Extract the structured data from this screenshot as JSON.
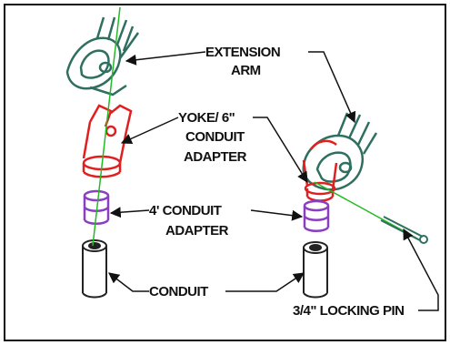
{
  "labels": {
    "extension_arm_line1": "EXTENSION",
    "extension_arm_line2": "ARM",
    "yoke_line1": "YOKE/ 6\"",
    "yoke_line2": "CONDUIT",
    "yoke_line3": "ADAPTER",
    "conduit_adapter_line1": "4' CONDUIT",
    "conduit_adapter_line2": "ADAPTER",
    "conduit": "CONDUIT",
    "locking_pin": "3/4\" LOCKING PIN"
  },
  "colors": {
    "extension_arm": "#2f6f5f",
    "yoke": "#e02020",
    "conduit_adapter": "#8a3fc0",
    "conduit": "#222222",
    "pin_line": "#22bb22",
    "leader": "#111111"
  }
}
